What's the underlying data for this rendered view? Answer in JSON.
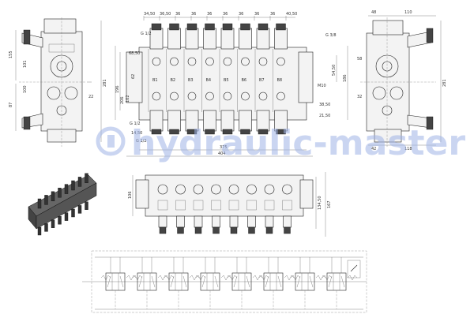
{
  "watermark": {
    "text": "hydraulic-master",
    "color": "#9fb3e6"
  },
  "front_view": {
    "top_dims": [
      "34,50",
      "36,50",
      "36",
      "36",
      "36",
      "36",
      "36",
      "36",
      "36",
      "40,50"
    ],
    "section_labels": [
      "B1",
      "B2",
      "B3",
      "B4",
      "B5",
      "B6",
      "B7",
      "B8"
    ],
    "port_labels": [
      "G 1/2",
      "G 3/8",
      "G 1/2",
      "G 1/2"
    ],
    "dims_right": [
      "54,50",
      "186",
      "M10",
      "21,50",
      "38,50"
    ],
    "dims_left": [
      "68,50",
      "62",
      "196",
      "206",
      "102",
      "14,50"
    ],
    "dims_bottom": [
      "375",
      "404"
    ]
  },
  "left_view": {
    "dims": [
      "155",
      "101",
      "100",
      "87",
      "22",
      "281"
    ]
  },
  "right_view": {
    "dims": [
      "48",
      "110",
      "58",
      "32",
      "42",
      "118",
      "281"
    ]
  },
  "bottom_view": {
    "dims": [
      "106",
      "134,50",
      "167"
    ]
  },
  "schematic": {
    "sections": 8
  }
}
